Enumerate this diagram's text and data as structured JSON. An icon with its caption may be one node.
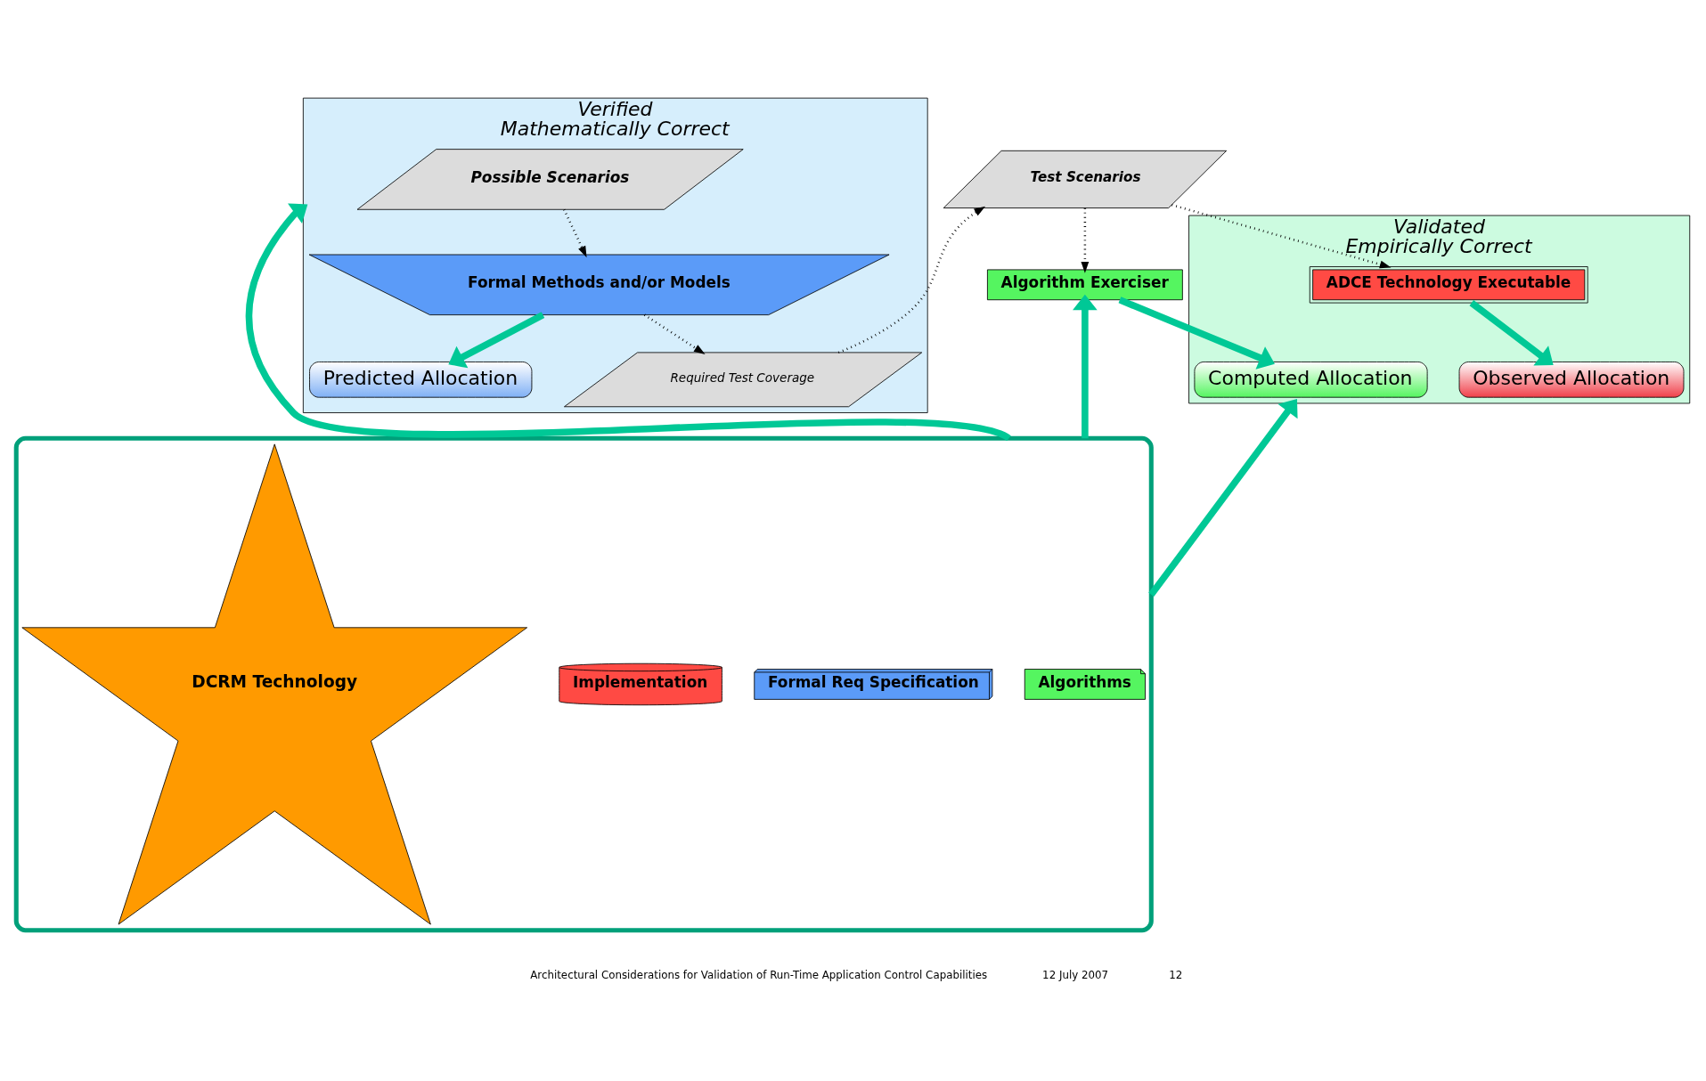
{
  "diagram": {
    "nodes": [
      {
        "text": [
          "Verified",
          "Mathematically Correct"
        ]
      },
      {
        "text": [
          "Possible Scenarios"
        ],
        "in": 0
      },
      {
        "text": [
          "Required Test Coverage"
        ],
        "in": 0
      },
      {
        "text": [
          "Formal Methods and/or Models"
        ],
        "in": 0
      },
      {
        "text": [
          "Predicted Allocation"
        ],
        "in": 0
      },
      {
        "text": [
          "Validated",
          "Empirically Correct"
        ]
      },
      {
        "text": [
          "Test Scenarios"
        ]
      },
      {
        "text": [
          "Algorithm Exerciser"
        ]
      },
      {
        "text": [
          "Computed Allocation"
        ],
        "in": 5
      },
      {
        "text": [
          "Observed Allocation"
        ],
        "in": 5
      },
      {
        "text": [
          "ADCE Technology Executable"
        ],
        "in": 5
      },
      {
        "text": [],
        "shape": "arc"
      },
      {
        "text": [
          "Algorithms"
        ],
        "in": 11
      },
      {
        "text": [
          "Formal Req Specification"
        ],
        "in": 11
      },
      {
        "text": [
          "Implementation"
        ],
        "in": 11
      },
      {
        "text": [
          "DCRM Technology"
        ],
        "in": 11
      }
    ],
    "edges": [
      {
        "from": 1,
        "to": 3,
        "arrow": "to",
        "style": "dashed",
        "color": "#000000"
      },
      {
        "from": 3,
        "to": 2,
        "arrow": "to",
        "style": "dashed",
        "color": "#000000"
      },
      {
        "from": 2,
        "to": 6,
        "arrow": "to",
        "style": "dashed",
        "color": "#000000"
      },
      {
        "from": 6,
        "to": 7,
        "arrow": "to",
        "style": "dashed",
        "color": "#000000"
      },
      {
        "from": 6,
        "to": 10,
        "arrow": "to",
        "style": "dashed",
        "color": "#000000"
      },
      {
        "from": 3,
        "to": 4,
        "arrow": "to"
      },
      {
        "from": 7,
        "to": 8,
        "arrow": "to"
      },
      {
        "from": 10,
        "to": 9,
        "arrow": "to"
      },
      {
        "from": 11,
        "to": 0,
        "arrow": "to"
      },
      {
        "from": 11,
        "to": 7,
        "arrow": "to"
      },
      {
        "from": 11,
        "to": 5,
        "arrow": "to"
      }
    ],
    "labels": [
      "Architectural Considerations for Validation of Run-Time Application Control Capabilities",
      "12 July 2007",
      "12"
    ]
  }
}
